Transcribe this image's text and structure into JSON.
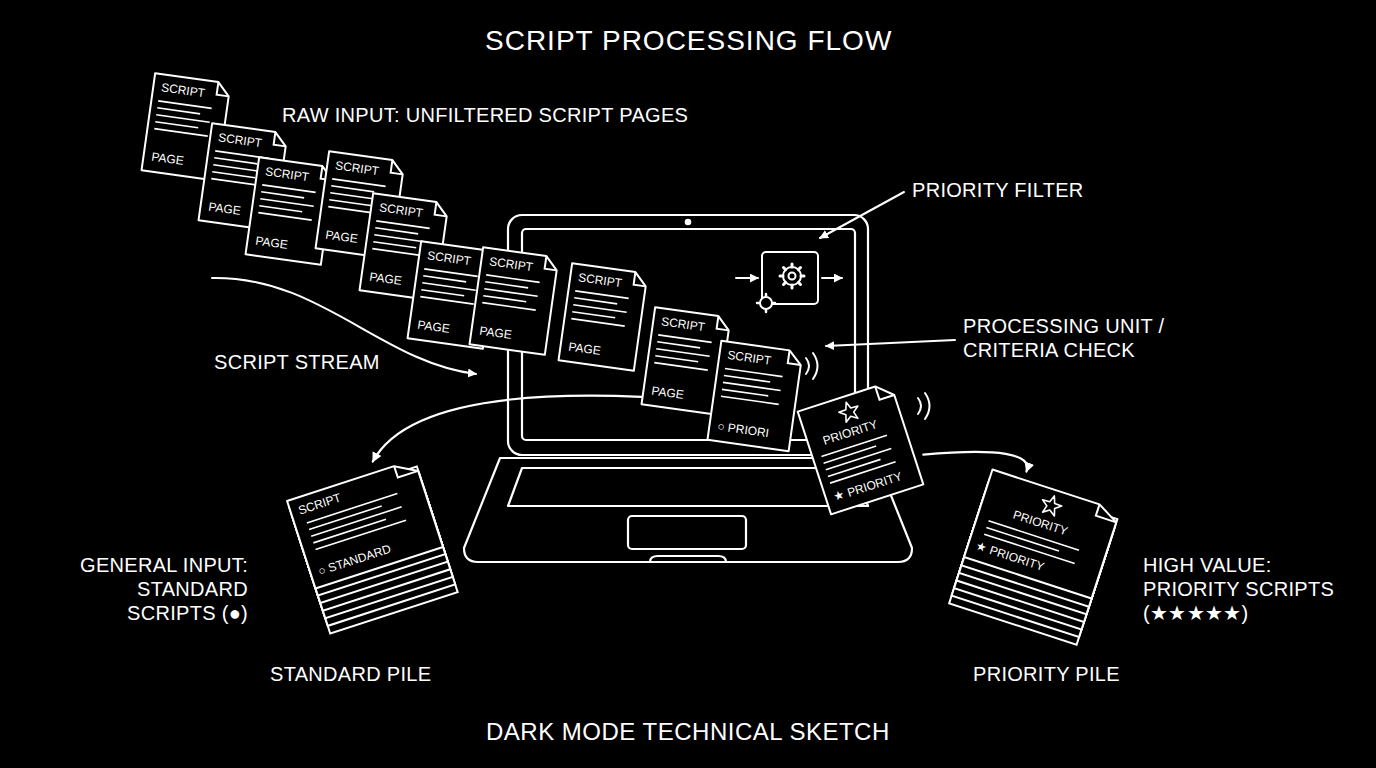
{
  "diagram": {
    "title": "SCRIPT PROCESSING FLOW",
    "caption": "DARK MODE TECHNICAL SKETCH",
    "nodes": [
      {
        "text": [
          "SCRIPT",
          "PAGE"
        ]
      },
      {
        "text": [
          "SCRIPT",
          "PAGE"
        ]
      },
      {
        "text": [
          "SCRIPT",
          "PAGE"
        ]
      },
      {
        "text": [
          "SCRIPT",
          "PAGE"
        ]
      },
      {
        "text": [
          "SCRIPT",
          "PAGE"
        ]
      },
      {
        "text": [
          "SCRIPT",
          "PAGE"
        ]
      },
      {
        "text": [
          "SCRIPT",
          "PAGE"
        ]
      },
      {
        "text": [
          "SCRIPT",
          "PAGE"
        ]
      },
      {
        "text": [
          "SCRIPT",
          "PAGE"
        ]
      },
      {
        "text": [
          "SCRIPT",
          "○ PRIORI"
        ]
      },
      {
        "text": [
          "PRIORITY",
          "★ PRIORITY"
        ]
      },
      {
        "text": [
          "SCRIPT",
          "○ STANDARD"
        ]
      },
      {
        "text": [
          "PRIORITY",
          "★ PRIORITY"
        ]
      }
    ],
    "edges": [
      {
        "from": 8,
        "to": 11,
        "arrow": "to"
      },
      {
        "from": 10,
        "to": 12,
        "arrow": "to"
      }
    ],
    "labels": [
      "RAW INPUT: UNFILTERED SCRIPT PAGES",
      "PRIORITY FILTER",
      "SCRIPT STREAM",
      "PROCESSING UNIT / CRITERIA CHECK",
      "GENERAL INPUT: STANDARD SCRIPTS (●)",
      "STANDARD PILE",
      "HIGH VALUE: PRIORITY SCRIPTS (★★★★★)",
      "PRIORITY PILE"
    ]
  }
}
